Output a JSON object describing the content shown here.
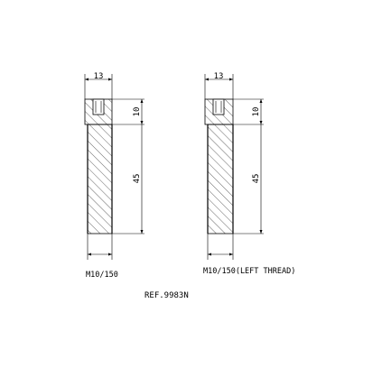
{
  "drawing": {
    "left_part": {
      "dim_width": "13",
      "dim_head": "10",
      "dim_length": "45",
      "caption": "M10/150"
    },
    "right_part": {
      "dim_width": "13",
      "dim_head": "10",
      "dim_length": "45",
      "caption": "M10/150(LEFT THREAD)"
    },
    "reference": "REF.9983N"
  }
}
